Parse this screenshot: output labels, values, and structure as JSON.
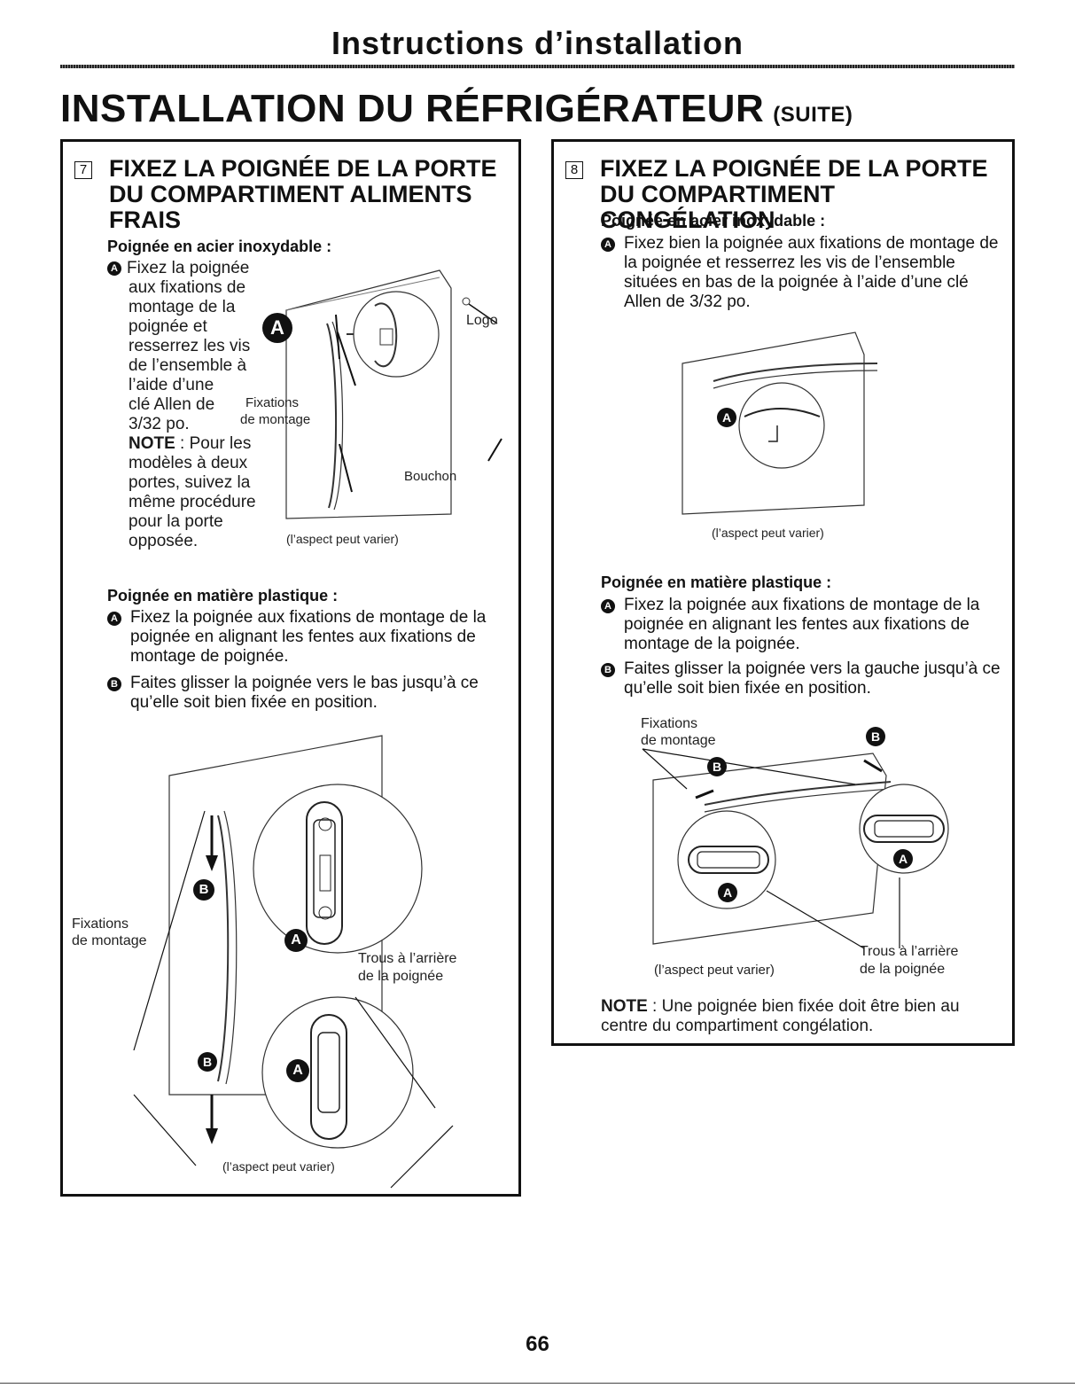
{
  "header": {
    "title": "Instructions d’installation"
  },
  "main_title": {
    "text": "INSTALLATION DU RÉFRIGÉRATEUR",
    "suffix": "(SUITE)"
  },
  "step7": {
    "number": "7",
    "title_lines": [
      "FIXEZ LA POIGNÉE DE LA PORTE",
      "DU COMPARTIMENT ALIMENTS",
      "FRAIS"
    ],
    "stainless": {
      "subhead": "Poignée en acier inoxydable :",
      "marker": "A",
      "lines": [
        "Fixez la poignée",
        "aux fixations de",
        "montage de la",
        "poignée et",
        "resserrez les vis",
        "de l’ensemble à",
        "l’aide d’une",
        "clé Allen de",
        "3/32 po."
      ],
      "note_label": "NOTE",
      "note_lines": [
        " : Pour les",
        "modèles à deux",
        "portes, suivez la",
        "même procédure",
        "pour la porte",
        "opposée."
      ],
      "fig_labels": {
        "logo": "Logo",
        "fixations": "Fixations",
        "montage": "de montage",
        "bouchon": "Bouchon",
        "caption": "(l’aspect peut varier)",
        "marker": "A"
      }
    },
    "plastic": {
      "subhead": "Poignée en matière plastique :",
      "items": [
        {
          "marker": "A",
          "text": "Fixez la poignée aux fixations de montage de la poignée en alignant les fentes aux fixations de montage de poignée."
        },
        {
          "marker": "B",
          "text": "Faites glisser la poignée vers le bas jusqu’à ce qu’elle soit bien fixée en position."
        }
      ],
      "fig_labels": {
        "fixations": "Fixations",
        "montage": "de montage",
        "trous": "Trous à l’arrière",
        "poignee": "de la poignée",
        "caption": "(l’aspect peut varier)",
        "marker_a": "A",
        "marker_b": "B"
      }
    }
  },
  "step8": {
    "number": "8",
    "title_lines": [
      "FIXEZ LA POIGNÉE DE LA PORTE",
      "DU COMPARTIMENT CONGÉLATION"
    ],
    "stainless": {
      "subhead": "Poignée en acier inoxydable :",
      "marker": "A",
      "text": "Fixez bien la poignée aux fixations de montage de la poignée et resserrez les vis de l’ensemble situées en bas de la poignée à l’aide d’une clé Allen de 3/32 po.",
      "caption": "(l’aspect peut varier)"
    },
    "plastic": {
      "subhead": "Poignée en matière plastique :",
      "items": [
        {
          "marker": "A",
          "text": "Fixez la poignée aux fixations de montage de la poignée en alignant les fentes aux fixations de montage de la poignée."
        },
        {
          "marker": "B",
          "text": "Faites glisser la poignée vers la gauche jusqu’à ce qu’elle soit bien fixée en position."
        }
      ],
      "fig_labels": {
        "fixations": "Fixations",
        "montage": "de montage",
        "trous": "Trous à l’arrière",
        "poignee": "de la poignée",
        "caption": "(l’aspect peut varier)",
        "marker_a": "A",
        "marker_b": "B"
      }
    },
    "note_label": "NOTE",
    "note_text": " : Une poignée bien fixée doit être bien au centre du compartiment congélation."
  },
  "page_number": "66"
}
